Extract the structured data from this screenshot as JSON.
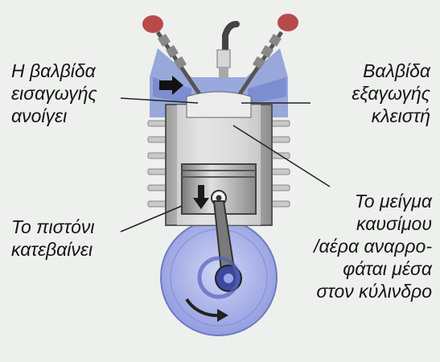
{
  "labels": {
    "intake_valve": [
      "Η βαλβίδα",
      "εισαγωγής",
      "ανοίγει"
    ],
    "exhaust_valve": [
      "Βαλβίδα",
      "εξαγωγής",
      "κλειστή"
    ],
    "piston": [
      "Το πιστόνι",
      "κατεβαίνει"
    ],
    "mixture": [
      "Το μείγμα",
      "καυσίμου",
      "/αέρα αναρρο-",
      "φάται μέσα",
      "στον κύλινδρο"
    ]
  },
  "colors": {
    "background": "#eef0ee",
    "head_blue": "#8a9bd6",
    "crankcase_blue": "#a9b2ea",
    "crank_dark": "#3b4aa0",
    "metal_light": "#d8d8d8",
    "metal_dark": "#6a6a6a",
    "valve_red": "#b84a4a"
  }
}
